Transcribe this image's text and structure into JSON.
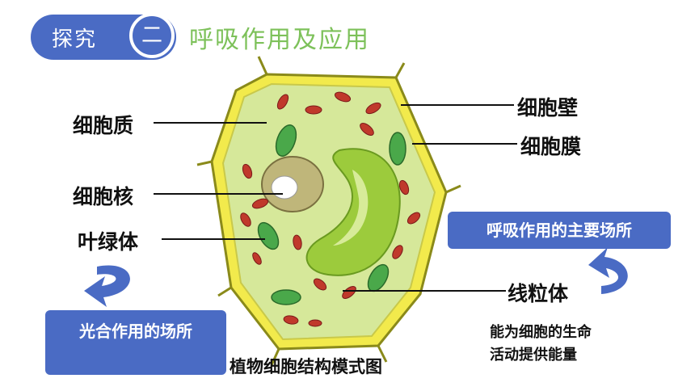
{
  "header": {
    "section_label": "探究",
    "section_number": "二",
    "title": "呼吸作用及应用"
  },
  "labels": {
    "cytoplasm": "细胞质",
    "nucleus": "细胞核",
    "chloroplast": "叶绿体",
    "cell_wall": "细胞壁",
    "cell_membrane": "细胞膜",
    "mitochondria": "线粒体"
  },
  "boxes": {
    "photosynthesis_site": "光合作用的场所",
    "respiration_site": "呼吸作用的主要场所"
  },
  "notes": {
    "energy_line1": "能为细胞的生命",
    "energy_line2": "活动提供能量"
  },
  "caption": "植物细胞结构模式图",
  "colors": {
    "accent_blue": "#4a6bc4",
    "title_green": "#7dc15a",
    "cell_wall_yellow": "#f2ea4c",
    "cytoplasm_green": "#d6e89a",
    "vacuole_green": "#9ccb3c",
    "chloroplast_green": "#4aa84a",
    "mitochondria_red": "#c0392b"
  }
}
